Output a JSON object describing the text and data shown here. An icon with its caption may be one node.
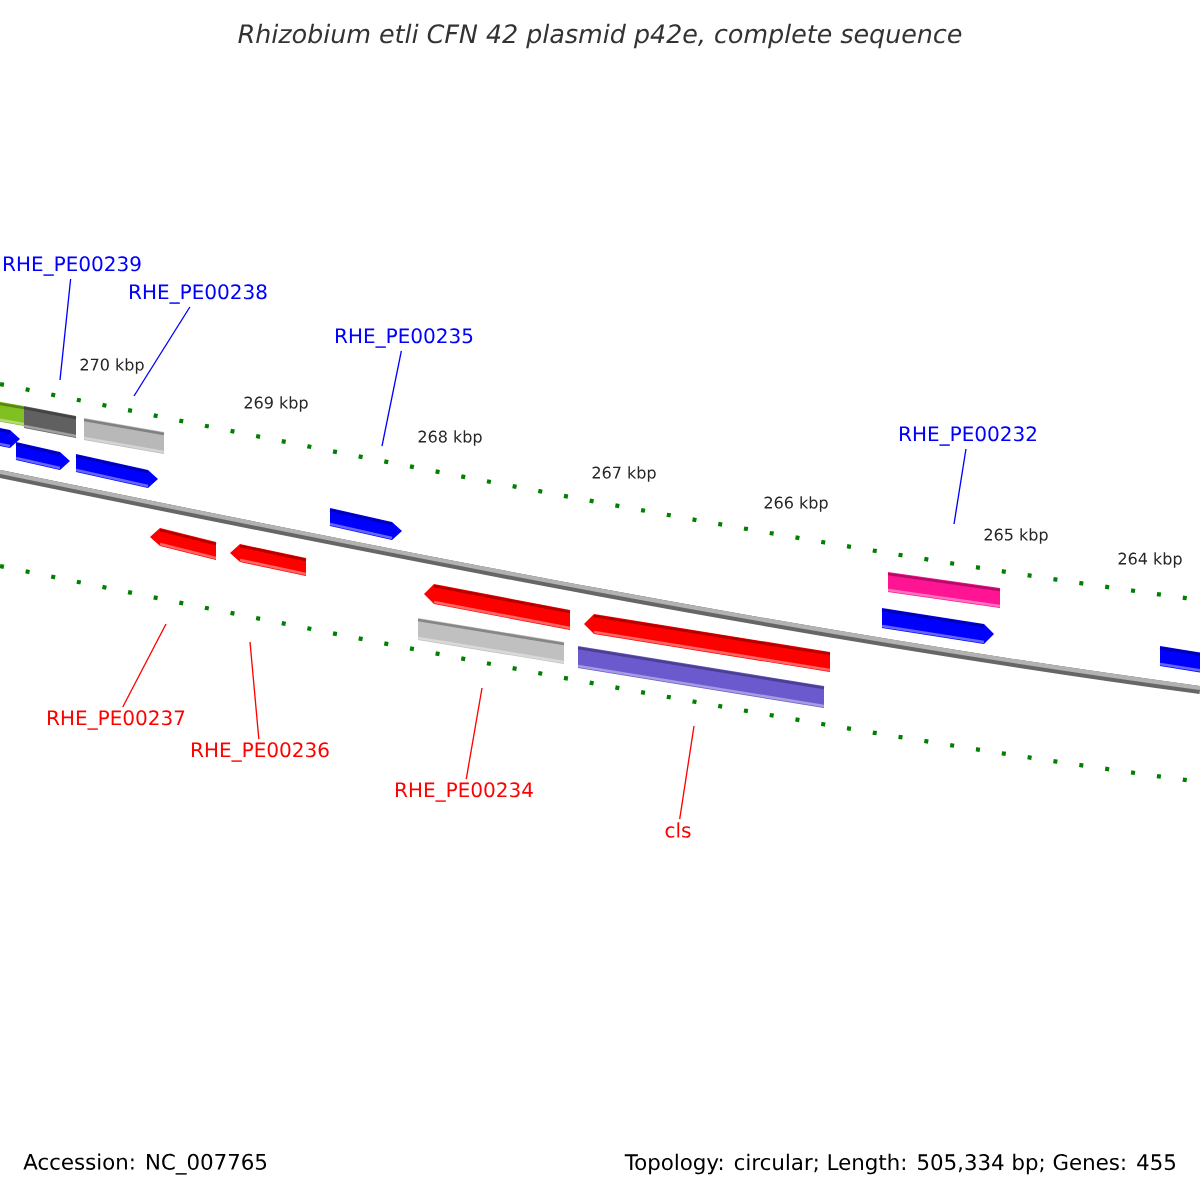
{
  "diagram": {
    "title": "Rhizobium etli CFN 42 plasmid p42e, complete sequence",
    "nodes": [
      {
        "text": [
          "RHE_PE00239"
        ]
      },
      {
        "text": [
          "RHE_PE00238"
        ]
      },
      {
        "text": [
          "RHE_PE00235"
        ]
      },
      {
        "text": [
          "RHE_PE00232"
        ]
      },
      {
        "text": [
          "RHE_PE00237"
        ]
      },
      {
        "text": [
          "RHE_PE00236"
        ]
      },
      {
        "text": [
          "RHE_PE00234"
        ]
      },
      {
        "text": [
          "cls"
        ]
      }
    ],
    "edges": [
      {
        "from": 0,
        "to": null,
        "arrow": "none",
        "color": "#0000ff"
      },
      {
        "from": 1,
        "to": null,
        "arrow": "none",
        "color": "#0000ff"
      },
      {
        "from": 2,
        "to": null,
        "arrow": "none",
        "color": "#0000ff"
      },
      {
        "from": 3,
        "to": null,
        "arrow": "none",
        "color": "#0000ff"
      },
      {
        "from": 4,
        "to": null,
        "arrow": "none",
        "color": "#ff0000"
      },
      {
        "from": 5,
        "to": null,
        "arrow": "none",
        "color": "#ff0000"
      },
      {
        "from": 6,
        "to": null,
        "arrow": "none",
        "color": "#ff0000"
      },
      {
        "from": 7,
        "to": null,
        "arrow": "none",
        "color": "#ff0000"
      }
    ],
    "labels": [
      "270 kbp",
      "269 kbp",
      "268 kbp",
      "267 kbp",
      "266 kbp",
      "265 kbp",
      "264 kbp",
      "Accession: NC_007765",
      "Topology: circular; Length: 505,334 bp; Genes: 455"
    ]
  }
}
